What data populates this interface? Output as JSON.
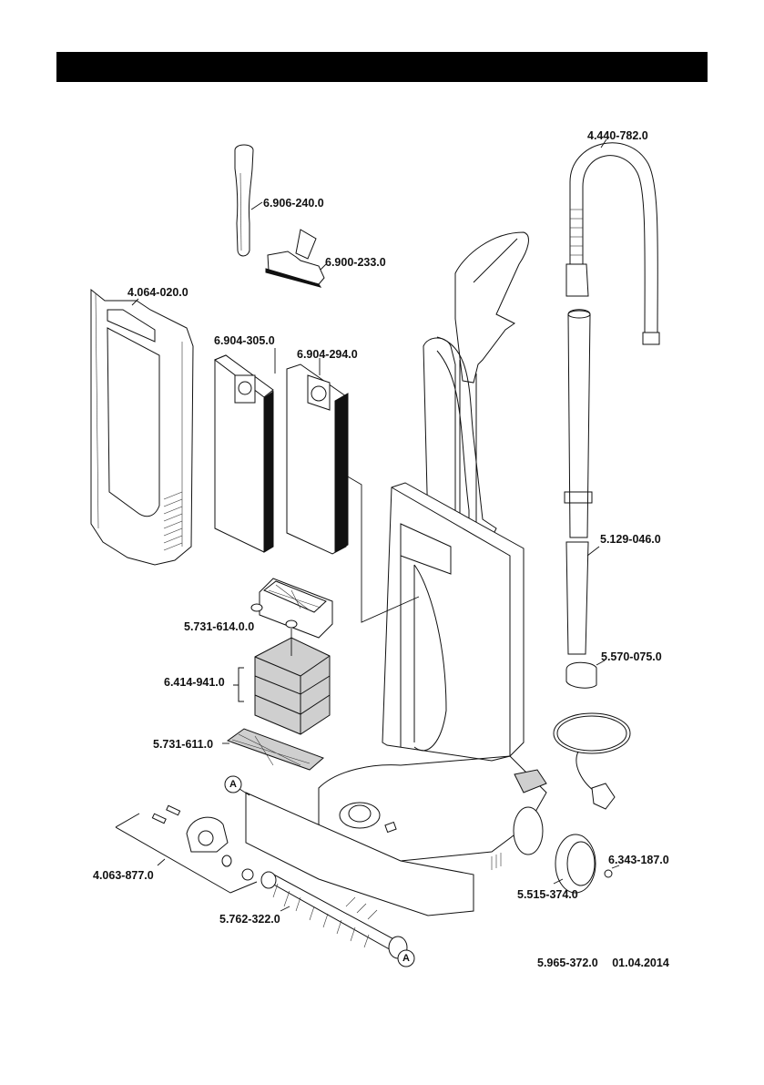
{
  "header": {
    "title": ""
  },
  "parts": [
    {
      "id": "nozzle-crevice",
      "part_number": "6.906-240.0"
    },
    {
      "id": "nozzle-upholstery",
      "part_number": "6.900-233.0"
    },
    {
      "id": "suction-hose",
      "part_number": "4.440-782.0"
    },
    {
      "id": "front-cover",
      "part_number": "4.064-020.0"
    },
    {
      "id": "filter-bag-a",
      "part_number": "6.904-305.0"
    },
    {
      "id": "filter-bag-b",
      "part_number": "6.904-294.0"
    },
    {
      "id": "suction-tube",
      "part_number": "5.129-046.0"
    },
    {
      "id": "filter-frame",
      "part_number": "5.731-614.0.0"
    },
    {
      "id": "tube-clip",
      "part_number": "5.570-075.0"
    },
    {
      "id": "foam-filter",
      "part_number": "6.414-941.0"
    },
    {
      "id": "filter-grid",
      "part_number": "5.731-611.0"
    },
    {
      "id": "brush-bearing-kit",
      "part_number": "4.063-877.0"
    },
    {
      "id": "wheel-cap",
      "part_number": "6.343-187.0"
    },
    {
      "id": "wheel",
      "part_number": "5.515-374.0"
    },
    {
      "id": "brush-roller",
      "part_number": "5.762-322.0"
    }
  ],
  "markers": {
    "a_top": "A",
    "a_bottom": "A"
  },
  "footer": {
    "document_number": "5.965-372.0",
    "date": "01.04.2014"
  }
}
